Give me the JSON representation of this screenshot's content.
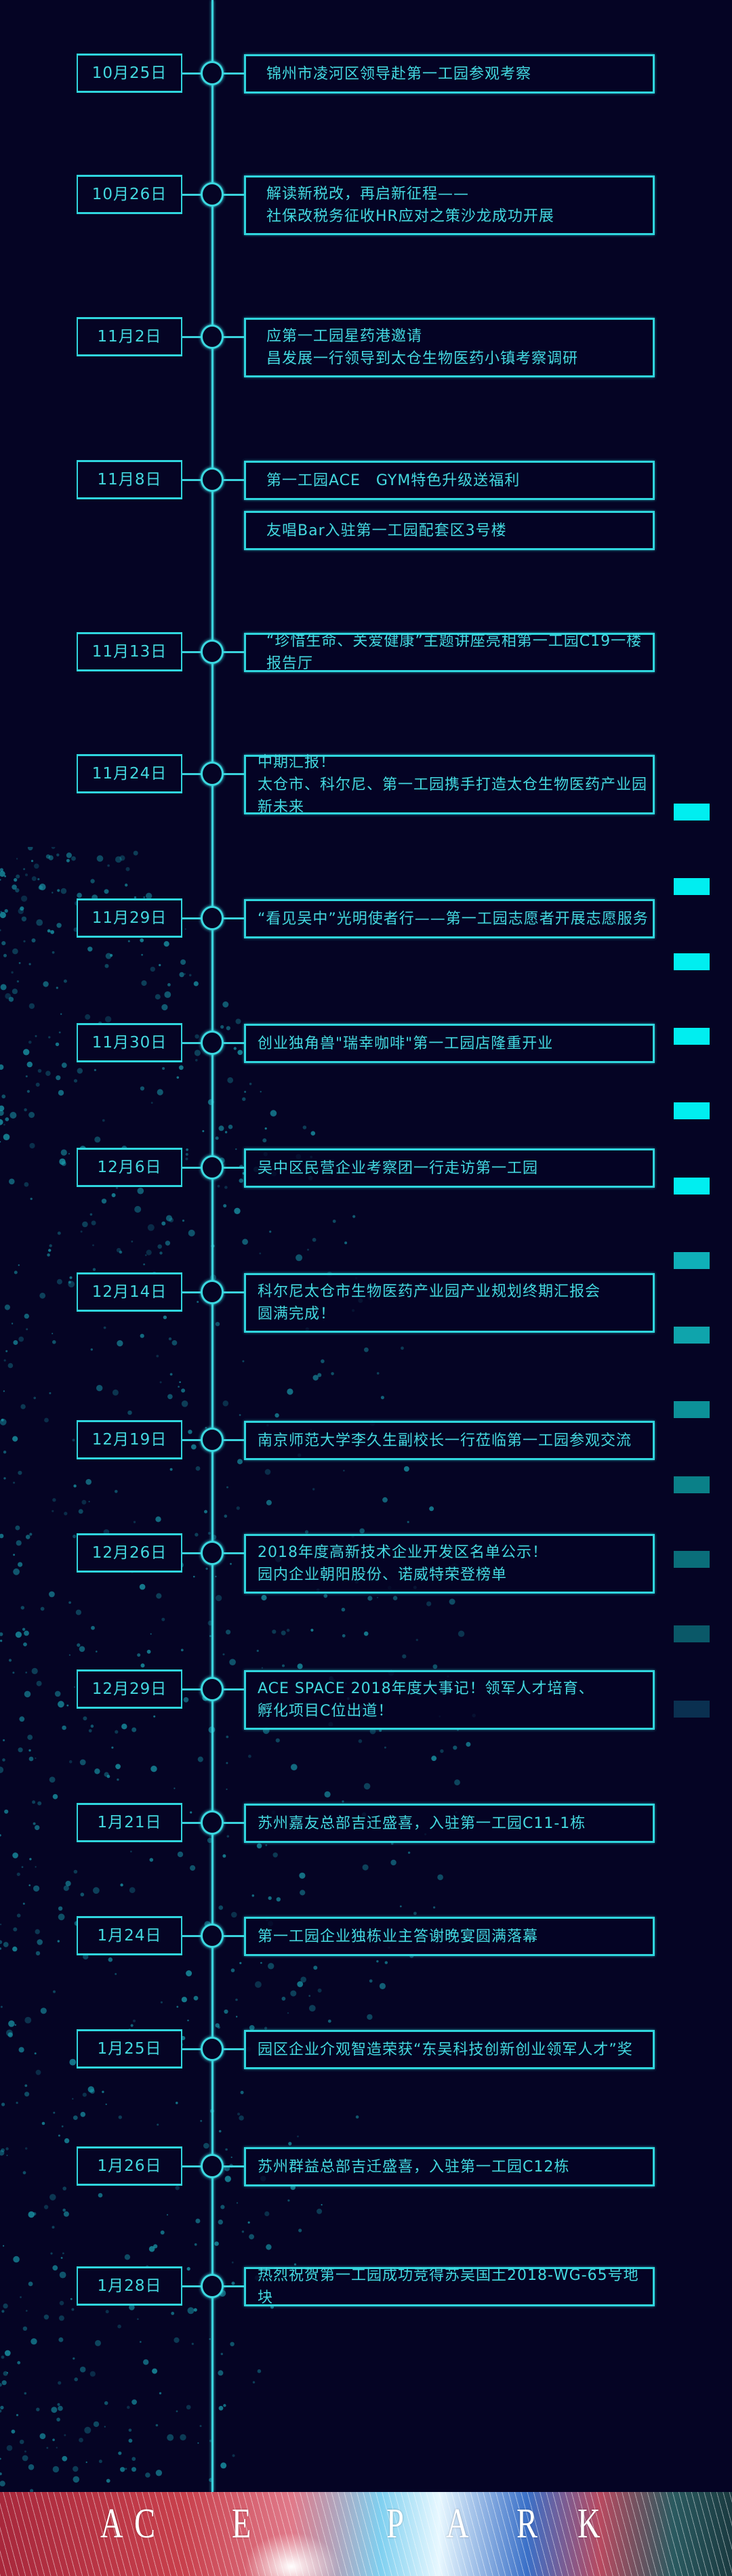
{
  "events": [
    {
      "date": "10月25日",
      "lines": [
        "锦州市凌河区领导赴第一工园参观考察"
      ]
    },
    {
      "date": "10月26日",
      "lines": [
        "解读新税改，再启新征程——",
        "社保改税务征收HR应对之策沙龙成功开展"
      ]
    },
    {
      "date": "11月2日",
      "lines": [
        "应第一工园星药港邀请",
        "昌发展一行领导到太仓生物医药小镇考察调研"
      ]
    },
    {
      "date": "11月8日",
      "lines": [
        "第一工园ACE　GYM特色升级送福利"
      ],
      "extra": [
        "友唱Bar入驻第一工园配套区3号楼"
      ]
    },
    {
      "date": "11月13日",
      "lines": [
        "“珍惜生命、关爱健康”主题讲座亮相第一工园C19一楼报告厅"
      ]
    },
    {
      "date": "11月24日",
      "lines": [
        "中期汇报！",
        "太仓市、科尔尼、第一工园携手打造太仓生物医药产业园新未来"
      ]
    },
    {
      "date": "11月29日",
      "lines": [
        "“看见吴中”光明使者行——第一工园志愿者开展志愿服务"
      ]
    },
    {
      "date": "11月30日",
      "lines": [
        "创业独角兽\"瑞幸咖啡\"第一工园店隆重开业"
      ]
    },
    {
      "date": "12月6日",
      "lines": [
        "吴中区民营企业考察团一行走访第一工园"
      ]
    },
    {
      "date": "12月14日",
      "lines": [
        "科尔尼太仓市生物医药产业园产业规划终期汇报会",
        "圆满完成！"
      ]
    },
    {
      "date": "12月19日",
      "lines": [
        "南京师范大学李久生副校长一行莅临第一工园参观交流"
      ]
    },
    {
      "date": "12月26日",
      "lines": [
        "2018年度高新技术企业开发区名单公示！",
        "园内企业朝阳股份、诺威特荣登榜单"
      ]
    },
    {
      "date": "12月29日",
      "lines": [
        "ACE SPACE 2018年度大事记！领军人才培育、",
        "孵化项目C位出道！"
      ]
    },
    {
      "date": "1月21日",
      "lines": [
        "苏州嘉友总部吉迁盛喜，入驻第一工园C11-1栋"
      ]
    },
    {
      "date": "1月24日",
      "lines": [
        "第一工园企业独栋业主答谢晚宴圆满落幕"
      ]
    },
    {
      "date": "1月25日",
      "lines": [
        "园区企业介观智造荣获“东吴科技创新创业领军人才”奖"
      ]
    },
    {
      "date": "1月26日",
      "lines": [
        "苏州群益总部吉迁盛喜，入驻第一工园C12栋"
      ]
    },
    {
      "date": "1月28日",
      "lines": [
        "热烈祝贺第一工园成功竞得苏吴国土2018-WG-65号地块"
      ]
    }
  ],
  "footer": {
    "logo_text": "ACE PARK",
    "letters": [
      "A",
      "C",
      "E",
      "P",
      "A",
      "R",
      "K"
    ]
  },
  "colors": {
    "background": "#050424",
    "accent": "#2fd6de",
    "text": "#43d9e0"
  },
  "side_bars": [
    "#00eef0",
    "#00eef0",
    "#00eef0",
    "#00eef0",
    "#00eef0",
    "#00eef0",
    "#0fb0b8",
    "#0fa4ac",
    "#0c9098",
    "#0a8088",
    "#0a6e7a",
    "#0a5868",
    "#0a3050"
  ]
}
